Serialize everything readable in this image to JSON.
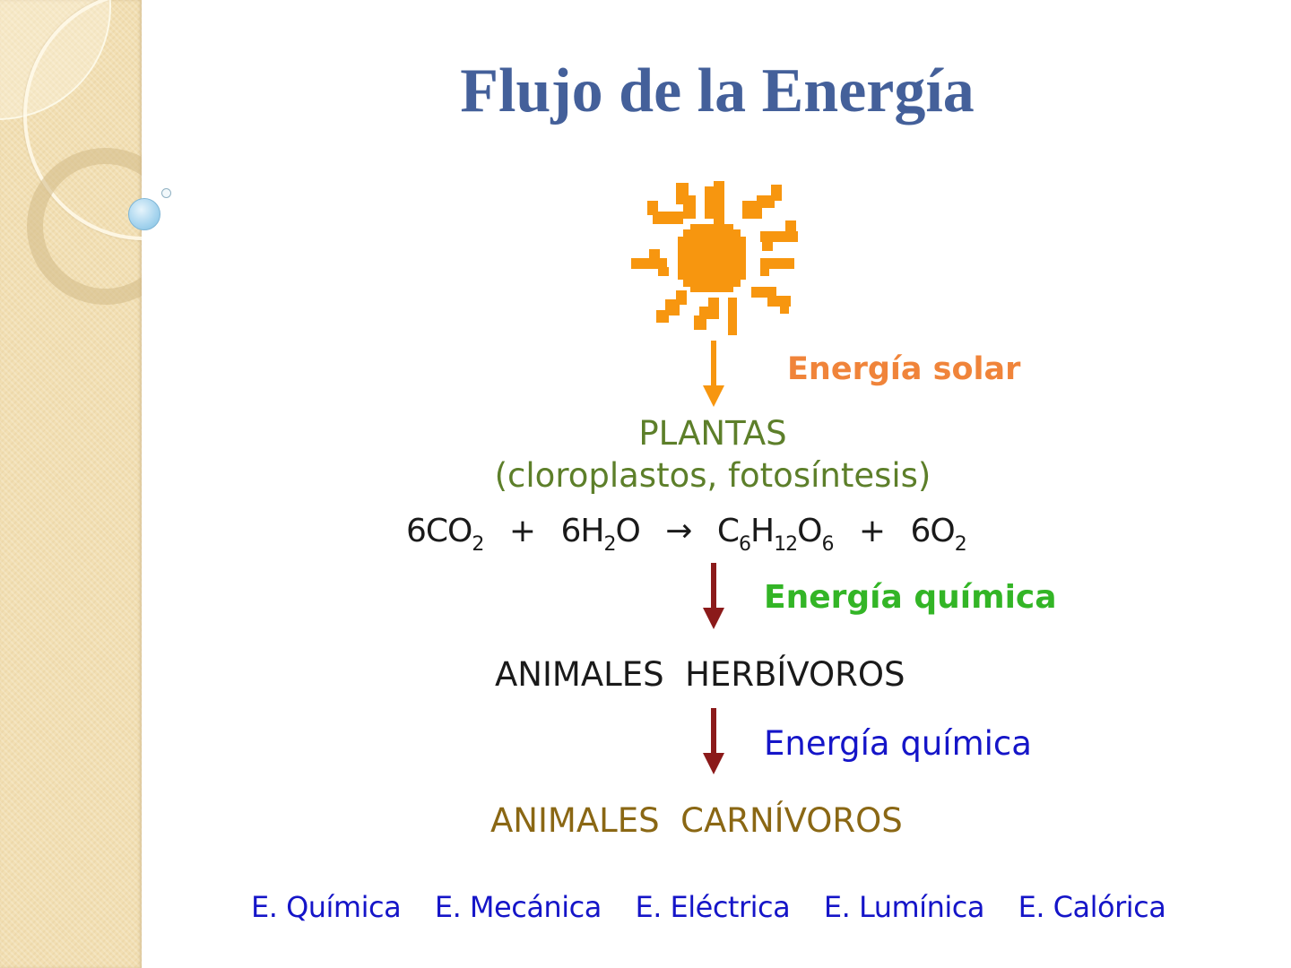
{
  "slide": {
    "title": "Flujo de la Energía",
    "colors": {
      "title": "#44609a",
      "sun": "#f7960f",
      "solar_label": "#f0843a",
      "plants": "#5d7f2a",
      "chem1": "#33b526",
      "chem2": "#1515c8",
      "herbivores": "#1a1a1a",
      "carnivores": "#8a6714",
      "arrow_orange": "#f7960f",
      "arrow_dark_red": "#8b1a1a",
      "sidebar_bg": "#f2dfb3"
    },
    "sun_icon": "sun-icon",
    "flow": {
      "solar_label": "Energía solar",
      "plants_title": "PLANTAS",
      "plants_subtitle": "(cloroplastos, fotosíntesis)",
      "equation": {
        "reactant1": {
          "coef": "6",
          "base": "CO",
          "sub": "2"
        },
        "plus1": "+",
        "reactant2": {
          "coef": "6",
          "base1": "H",
          "sub1": "2",
          "base2": "O"
        },
        "arrow": "→",
        "product1": {
          "c": "C",
          "c_sub": "6",
          "h": "H",
          "h_sub": "12",
          "o": "O",
          "o_sub": "6"
        },
        "plus2": "+",
        "product2": {
          "coef": "6",
          "base": "O",
          "sub": "2"
        }
      },
      "chemical_label_1": "Energía química",
      "herbivores": "ANIMALES  HERBÍVOROS",
      "chemical_label_2": "Energía química",
      "carnivores": "ANIMALES  CARNÍVOROS"
    },
    "energy_forms": [
      "E. Química",
      "E. Mecánica",
      "E. Eléctrica",
      "E. Lumínica",
      "E. Calórica"
    ]
  }
}
